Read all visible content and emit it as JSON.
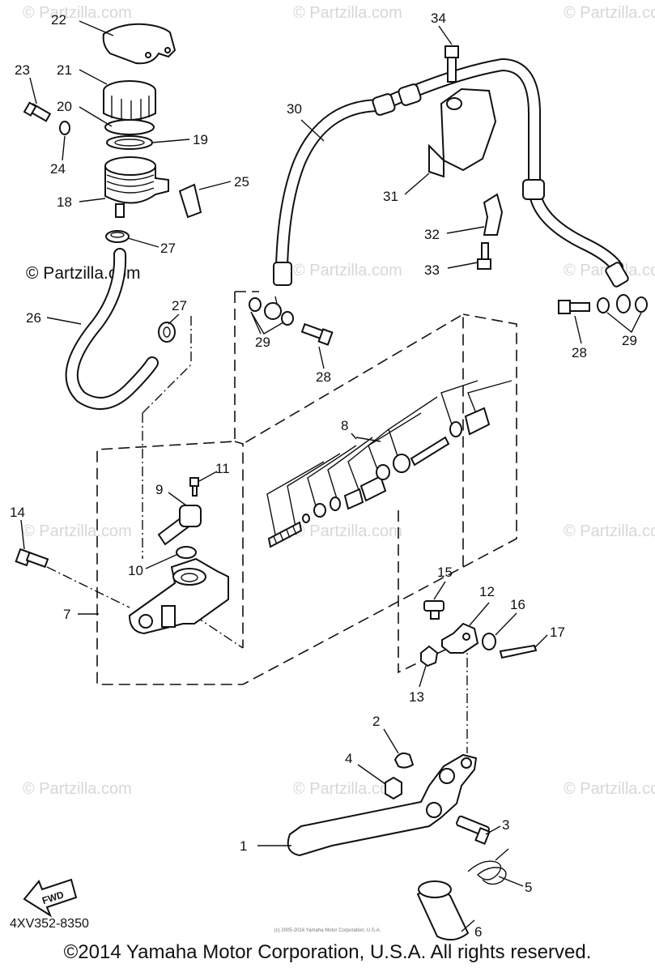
{
  "watermark": "© Partzilla.com",
  "watermark_prominent": "© Partzilla.com",
  "callouts": [
    "1",
    "2",
    "3",
    "4",
    "5",
    "6",
    "7",
    "8",
    "9",
    "10",
    "11",
    "12",
    "13",
    "14",
    "15",
    "16",
    "17",
    "18",
    "19",
    "20",
    "21",
    "22",
    "23",
    "24",
    "25",
    "26",
    "27",
    "28",
    "29",
    "30",
    "31",
    "32",
    "33",
    "34"
  ],
  "fwd_label": "FWD",
  "diagram_code": "4XV352-8350",
  "fine_print": "(c) 2005-2016 Yamaha Motor Corporation, U.S.A.",
  "copyright": "©2014 Yamaha Motor Corporation, U.S.A. All rights reserved."
}
